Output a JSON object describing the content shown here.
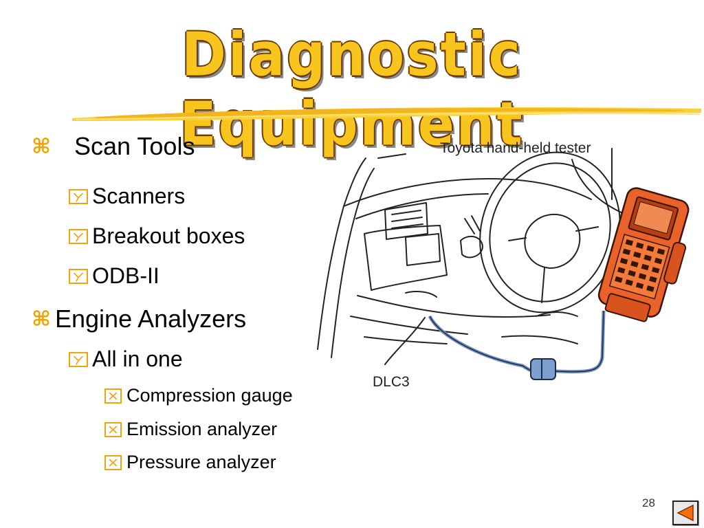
{
  "slide": {
    "title": "Diagnostic Equipment",
    "page_number": "28"
  },
  "bullets": {
    "scan_tools": "Scan Tools",
    "scanners": "Scanners",
    "breakout_boxes": "Breakout boxes",
    "odb": "ODB-II",
    "engine_analyzers": "Engine Analyzers",
    "all_in_one": "All in one",
    "compression": "Compression gauge",
    "emission": "Emission analyzer",
    "pressure": "Pressure analyzer"
  },
  "figure": {
    "tester_label": "Toyota hand-held tester",
    "dlc_label": "DLC3"
  },
  "colors": {
    "title_fill": "#f7c51e",
    "bullet_accent": "#f0a400",
    "tester_body": "#e8622a",
    "cable": "#6f8fbf",
    "nav_arrow": "#f36f10"
  },
  "icons": {
    "level1_bullet": "z-bullet-icon",
    "level2_bullet": "y-box-icon",
    "level3_bullet": "x-box-icon",
    "nav": "triangle-left-icon"
  }
}
